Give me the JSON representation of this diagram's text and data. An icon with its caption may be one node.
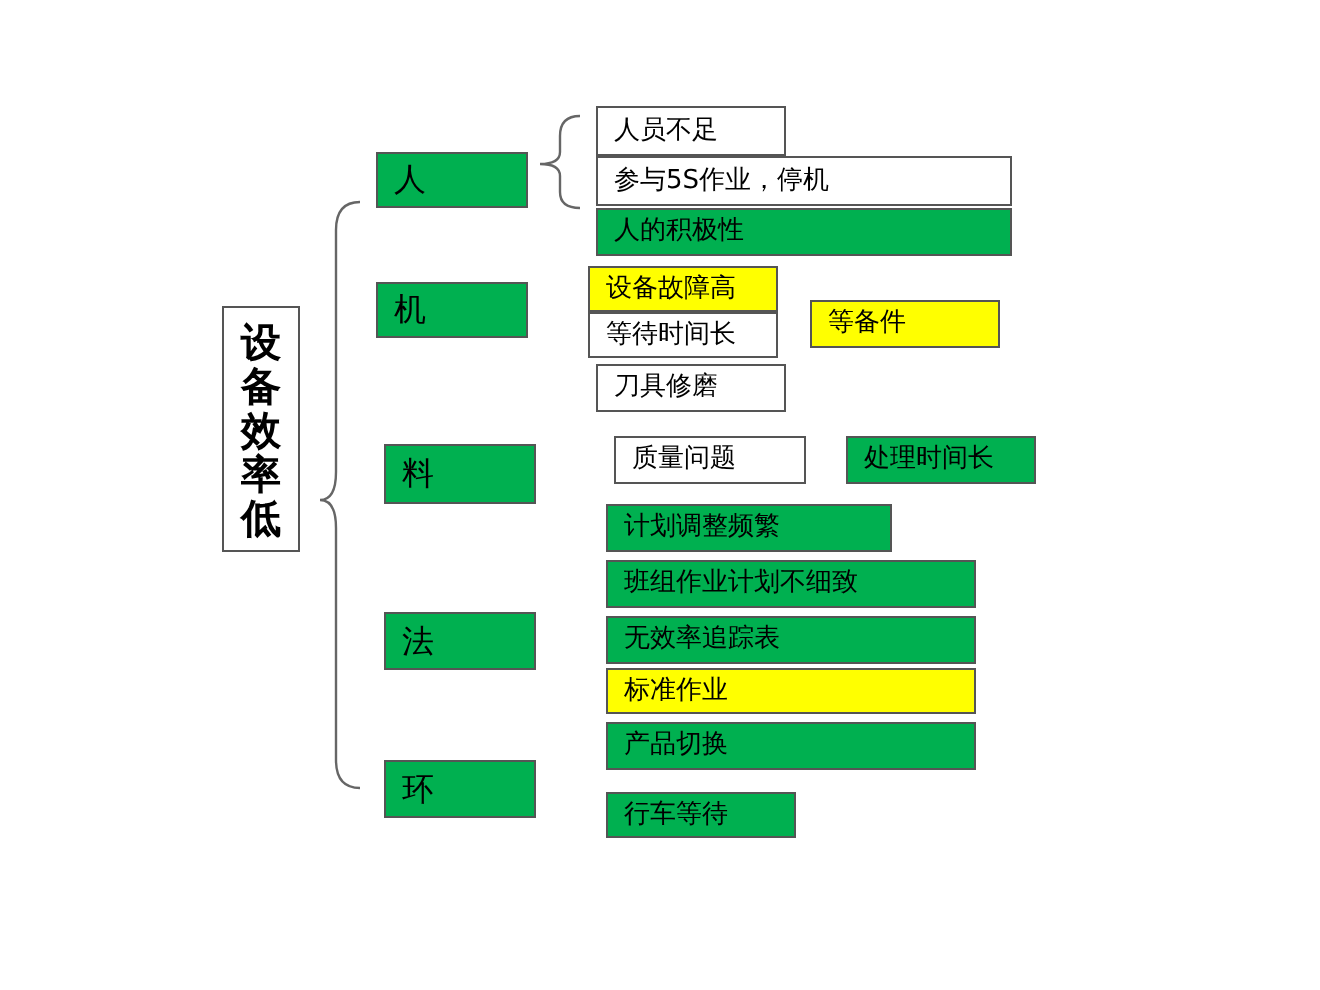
{
  "diagram": {
    "nodes": [
      {
        "text": [
          "设备效率低"
        ]
      },
      {
        "text": [
          "人"
        ]
      },
      {
        "text": [
          "机"
        ]
      },
      {
        "text": [
          "料"
        ]
      },
      {
        "text": [
          "法"
        ]
      },
      {
        "text": [
          "环"
        ]
      },
      {
        "text": [
          "人员不足"
        ]
      },
      {
        "text": [
          "参与5S作业，停机"
        ]
      },
      {
        "text": [
          "人的积极性"
        ]
      },
      {
        "text": [
          "设备故障高"
        ]
      },
      {
        "text": [
          "等待时间长"
        ]
      },
      {
        "text": [
          "等备件"
        ]
      },
      {
        "text": [
          "刀具修磨"
        ]
      },
      {
        "text": [
          "质量问题"
        ]
      },
      {
        "text": [
          "处理时间长"
        ]
      },
      {
        "text": [
          "计划调整频繁"
        ]
      },
      {
        "text": [
          "班组作业计划不细致"
        ]
      },
      {
        "text": [
          "无效率追踪表"
        ]
      },
      {
        "text": [
          "标准作业"
        ]
      },
      {
        "text": [
          "产品切换"
        ]
      },
      {
        "text": [
          "行车等待"
        ]
      }
    ]
  }
}
